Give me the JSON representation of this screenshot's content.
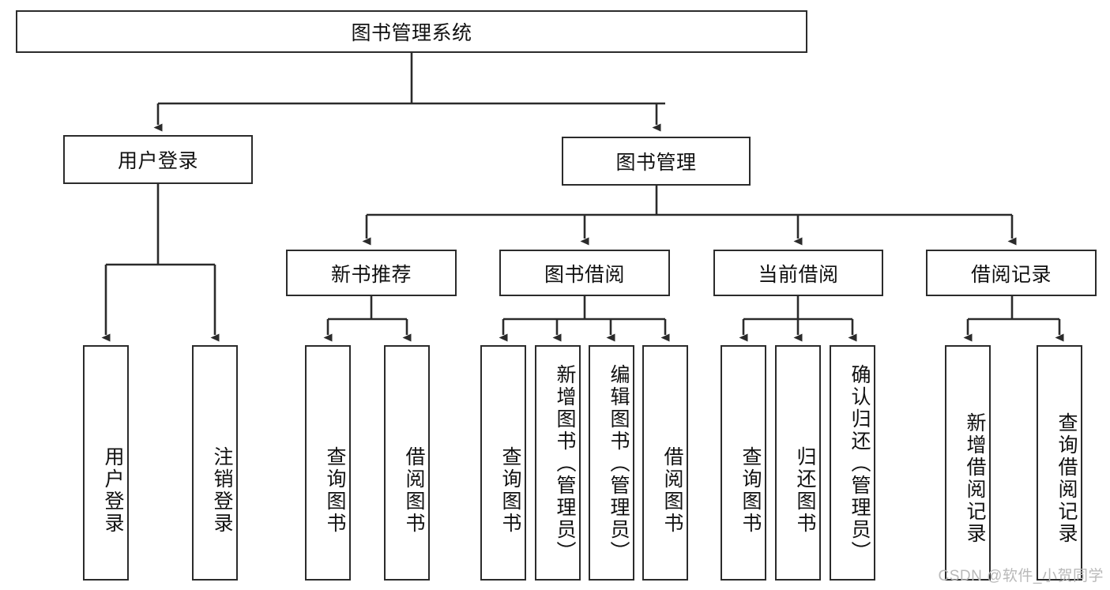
{
  "diagram": {
    "title_node": {
      "label": "图书管理系统"
    },
    "level1": [
      {
        "id": "user-login",
        "label": "用户登录"
      },
      {
        "id": "book-manage",
        "label": "图书管理"
      }
    ],
    "level2": [
      {
        "id": "new-book-recommend",
        "label": "新书推荐"
      },
      {
        "id": "book-borrow",
        "label": "图书借阅"
      },
      {
        "id": "current-borrow",
        "label": "当前借阅"
      },
      {
        "id": "borrow-record",
        "label": "借阅记录"
      }
    ],
    "leaves": {
      "user_login": [
        {
          "id": "leaf-user-login",
          "label": "用户登录"
        },
        {
          "id": "leaf-logout-login",
          "label": "注销登录"
        }
      ],
      "new_book_recommend": [
        {
          "id": "leaf-query-book-1",
          "label": "查询图书"
        },
        {
          "id": "leaf-borrow-book-1",
          "label": "借阅图书"
        }
      ],
      "book_borrow": [
        {
          "id": "leaf-query-book-2",
          "label": "查询图书"
        },
        {
          "id": "leaf-add-book",
          "label": "新增图书（管理员）"
        },
        {
          "id": "leaf-edit-book",
          "label": "编辑图书（管理员）"
        },
        {
          "id": "leaf-borrow-book-2",
          "label": "借阅图书"
        }
      ],
      "current_borrow": [
        {
          "id": "leaf-query-book-3",
          "label": "查询图书"
        },
        {
          "id": "leaf-return-book",
          "label": "归还图书"
        },
        {
          "id": "leaf-confirm-return",
          "label": "确认归还（管理员）"
        }
      ],
      "borrow_record": [
        {
          "id": "leaf-add-record",
          "label": "新增借阅记录"
        },
        {
          "id": "leaf-query-record",
          "label": "查询借阅记录"
        }
      ]
    }
  },
  "watermark": {
    "text": "CSDN @软件_小贺同学"
  },
  "colors": {
    "stroke": "#2b2b2b",
    "fill": "#ffffff",
    "text": "#111111",
    "watermark": "#b9b9b9"
  }
}
